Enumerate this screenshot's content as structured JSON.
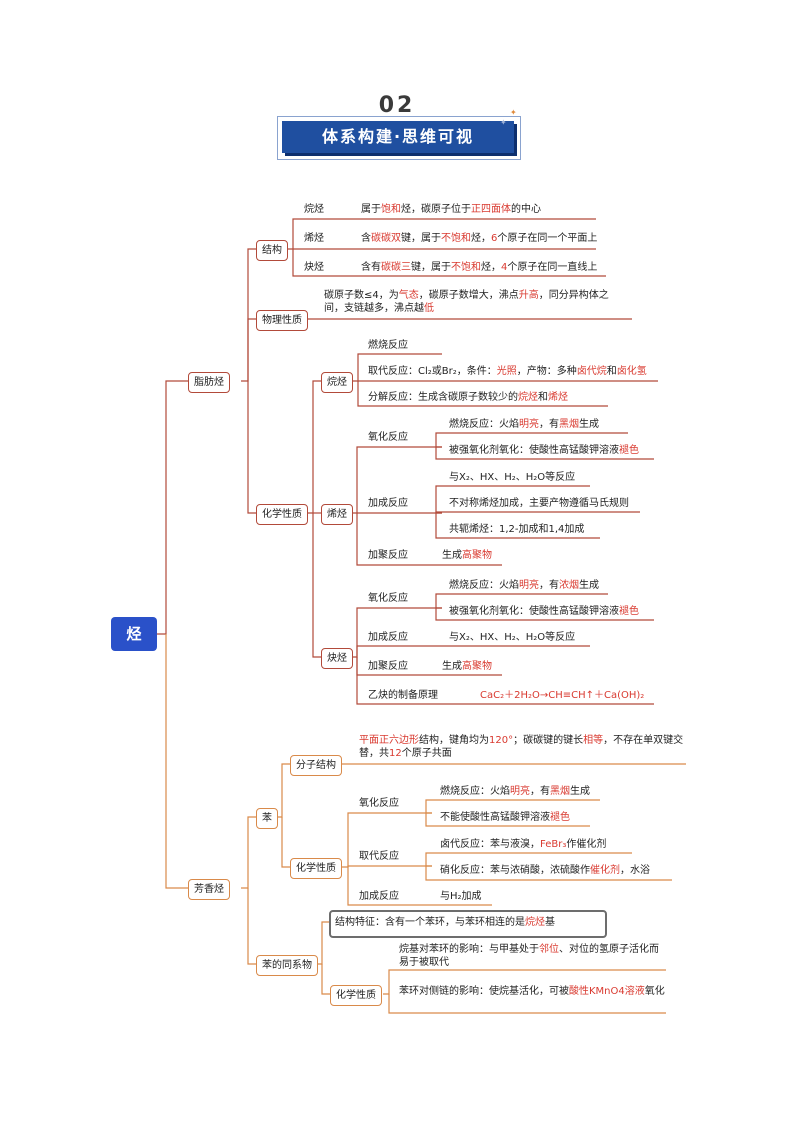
{
  "header": {
    "section_number": "02",
    "banner_title": "体系构建·思维可视"
  },
  "root": {
    "label": "烃"
  },
  "aliphatic": {
    "label": "脂肪烃",
    "structure": {
      "label": "结构",
      "alkane": {
        "name": "烷烃",
        "t1": "属于",
        "h1": "饱和",
        "t2": "烃，碳原子位于",
        "h2": "正四面体",
        "t3": "的中心"
      },
      "alkene": {
        "name": "烯烃",
        "t1": "含",
        "h1": "碳碳双",
        "t2": "键，属于",
        "h2": "不饱和",
        "t3": "烃，",
        "h3": "6",
        "t4": "个原子在同一个平面上"
      },
      "alkyne": {
        "name": "炔烃",
        "t1": "含有",
        "h1": "碳碳三",
        "t2": "键，属于",
        "h2": "不饱和",
        "t3": "烃，",
        "h3": "4",
        "t4": "个原子在同一直线上"
      }
    },
    "physical": {
      "label": "物理性质",
      "t1": "碳原子数≤4，为",
      "h1": "气态",
      "t2": "，碳原子数增大，沸点",
      "h2": "升高",
      "t3": "，同分异构体之间，支链越多，沸点越",
      "h3": "低"
    },
    "chemical": {
      "label": "化学性质",
      "alkane": {
        "label": "烷烃",
        "combustion": "燃烧反应",
        "substitution": {
          "t1": "取代反应：Cl₂或Br₂，条件：",
          "h1": "光照",
          "t2": "，产物：多种",
          "h2": "卤代烷",
          "t3": "和",
          "h3": "卤化氢"
        },
        "decomposition": {
          "t1": "分解反应：生成含碳原子数较少的",
          "h1": "烷烃",
          "t2": "和",
          "h2": "烯烃"
        }
      },
      "alkene": {
        "label": "烯烃",
        "oxidation": "氧化反应",
        "ox_burn": {
          "t1": "燃烧反应：火焰",
          "h1": "明亮",
          "t2": "，有",
          "h2": "黑烟",
          "t3": "生成"
        },
        "ox_kmno4": {
          "t1": "被强氧化剂氧化：使酸性高锰酸钾溶液",
          "h1": "褪色"
        },
        "addition": "加成反应",
        "add_1": "与X₂、HX、H₂、H₂O等反应",
        "add_2": "不对称烯烃加成，主要产物遵循马氏规则",
        "add_3": "共轭烯烃：1,2-加成和1,4加成",
        "polymerization": "加聚反应",
        "poly_t": "生成",
        "poly_h": "高聚物"
      },
      "alkyne": {
        "label": "炔烃",
        "oxidation": "氧化反应",
        "ox_burn": {
          "t1": "燃烧反应：火焰",
          "h1": "明亮",
          "t2": "，有",
          "h2": "浓烟",
          "t3": "生成"
        },
        "ox_kmno4": {
          "t1": "被强氧化剂氧化：使酸性高锰酸钾溶液",
          "h1": "褪色"
        },
        "addition": "加成反应",
        "add_1": "与X₂、HX、H₂、H₂O等反应",
        "polymerization": "加聚反应",
        "poly_t": "生成",
        "poly_h": "高聚物",
        "preparation": "乙炔的制备原理",
        "equation": "CaC₂＋2H₂O→CH≡CH↑＋Ca(OH)₂"
      }
    }
  },
  "aromatic": {
    "label": "芳香烃",
    "benzene": {
      "label": "苯",
      "molecular": {
        "label": "分子结构",
        "h1": "平面正六边形",
        "t1": "结构，键角均为",
        "h2": "120°",
        "t2": "；碳碳键的键长",
        "h3": "相等",
        "t3": "，不存在单双键交替，共",
        "h4": "12",
        "t4": "个原子共面"
      },
      "chemical": {
        "label": "化学性质",
        "oxidation": "氧化反应",
        "ox_burn": {
          "t1": "燃烧反应：火焰",
          "h1": "明亮",
          "t2": "，有",
          "h2": "黑烟",
          "t3": "生成"
        },
        "ox_kmno4": {
          "t1": "不能使酸性高锰酸钾溶液",
          "h1": "褪色"
        },
        "substitution": "取代反应",
        "halogenation": {
          "t1": "卤代反应：苯与液溴，",
          "h1": "FeBr₃",
          "t2": "作催化剂"
        },
        "nitration": {
          "t1": "硝化反应：苯与浓硝酸，浓硫酸作",
          "h1": "催化剂",
          "t2": "，水浴"
        },
        "addition": "加成反应",
        "add_1": "与H₂加成"
      }
    },
    "homologs": {
      "label": "苯的同系物",
      "feature": {
        "t1": "结构特征：含有一个苯环，与苯环相连的是",
        "h1": "烷烃",
        "t2": "基"
      },
      "chemical": {
        "label": "化学性质",
        "effect1": {
          "t1": "烷基对苯环的影响：与甲基处于",
          "h1": "邻位",
          "t2": "、对位的氢原子活化而易于被取代"
        },
        "effect2": {
          "t1": "苯环对侧链的影响：使烷基活化，可被",
          "h1": "酸性KMnO4溶液",
          "t2": "氧化"
        }
      }
    }
  },
  "colors": {
    "accent_red": "#d93a30",
    "branch_red": "#b24a3a",
    "branch_orange": "#d98a4a",
    "banner_blue": "#1f4fa0",
    "root_blue": "#2a51c9"
  }
}
